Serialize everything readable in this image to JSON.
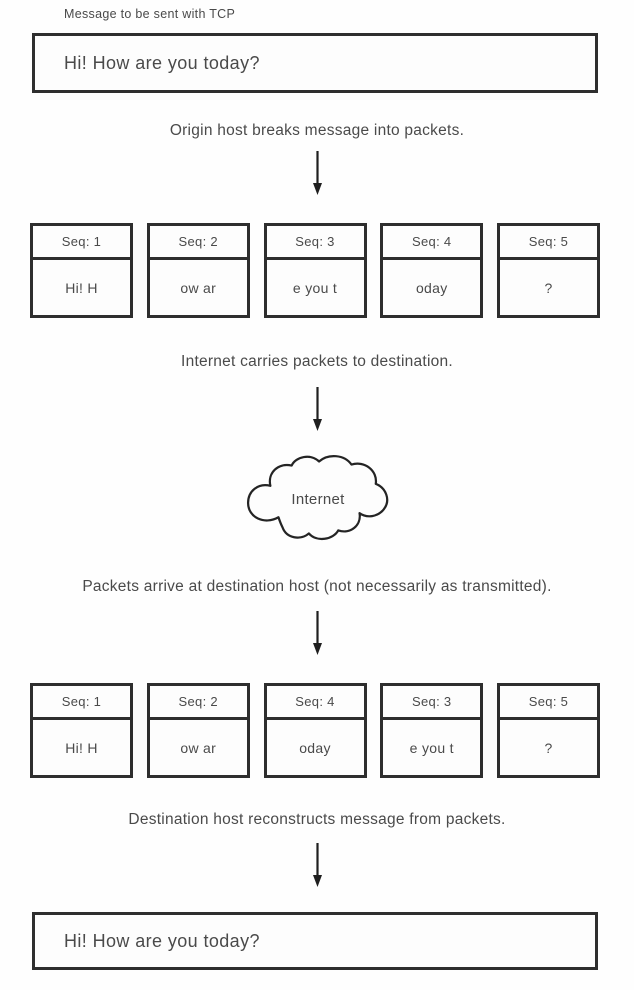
{
  "colors": {
    "ink": "#4a4a4a",
    "border": "#2e2e2e",
    "background": "#fefefe"
  },
  "header": {
    "label": "Message to be sent with TCP"
  },
  "original_message": {
    "text": "Hi! How are you today?"
  },
  "captions": {
    "step1": "Origin host breaks message into packets.",
    "step2": "Internet carries packets to destination.",
    "step3": "Packets arrive at destination host (not necessarily as transmitted).",
    "step4": "Destination host reconstructs message from packets."
  },
  "cloud": {
    "label": "Internet"
  },
  "packets_transmitted": [
    {
      "seq": "Seq: 1",
      "payload": "Hi! H"
    },
    {
      "seq": "Seq: 2",
      "payload": "ow ar"
    },
    {
      "seq": "Seq: 3",
      "payload": "e you t"
    },
    {
      "seq": "Seq: 4",
      "payload": "oday"
    },
    {
      "seq": "Seq: 5",
      "payload": "?"
    }
  ],
  "packets_received": [
    {
      "seq": "Seq: 1",
      "payload": "Hi! H"
    },
    {
      "seq": "Seq: 2",
      "payload": "ow ar"
    },
    {
      "seq": "Seq: 4",
      "payload": "oday"
    },
    {
      "seq": "Seq: 3",
      "payload": "e you t"
    },
    {
      "seq": "Seq: 5",
      "payload": "?"
    }
  ],
  "reconstructed_message": {
    "text": "Hi! How are you today?"
  }
}
